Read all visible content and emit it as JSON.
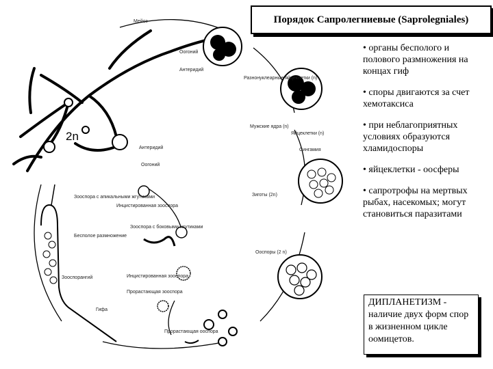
{
  "title": "Порядок Сапролегниевые (Saprolegniales)",
  "bullets": [
    "• органы бесполого и полового размножения на концах гиф",
    "• споры двигаются за счет хемотаксиса",
    "• при неблагоприятных условиях образуются хламидоспоры",
    "• яйцеклетки - оосферы",
    "• сапротрофы на мертвых рыбах, насекомых; могут становиться паразитами"
  ],
  "definition": {
    "term": "ДИПЛАНЕТИЗМ -",
    "text": "наличие двух форм спор в жизненном цикле оомицетов."
  },
  "diagram": {
    "ploidy": "2n",
    "labels": {
      "meiosis": "Мейоз",
      "oogonium": "Оогоний",
      "antheridium": "Антеридий",
      "undiff_nuclei": "Разнонуклеарные яйцеклетки (n)",
      "male_nuclei": "Мужские ядра (n)",
      "egg_nuclei": "Яйцеклетки (n)",
      "syngamy": "Сингамия",
      "zygotes": "Зиготы (2n)",
      "oospores": "Ооспоры (2 n)",
      "antheridium2": "Антеридий",
      "oogonium2": "Оогоний",
      "zoospore_apical": "Зооспора с апикальными жгутиками",
      "encysted_zoospore": "Инцистированная зооспора",
      "asexual": "Бесполое размножение",
      "zoospore_lateral": "Зооспора с боковыми жгутиками",
      "encysted_zoospore2": "Инцистированная зооспора",
      "germinating_zoospore": "Прорастающая зооспора",
      "zoosporangium": "Зооспорангий",
      "hypha": "Гифа",
      "germinating_oospore": "Прорастающая ооспора"
    }
  }
}
